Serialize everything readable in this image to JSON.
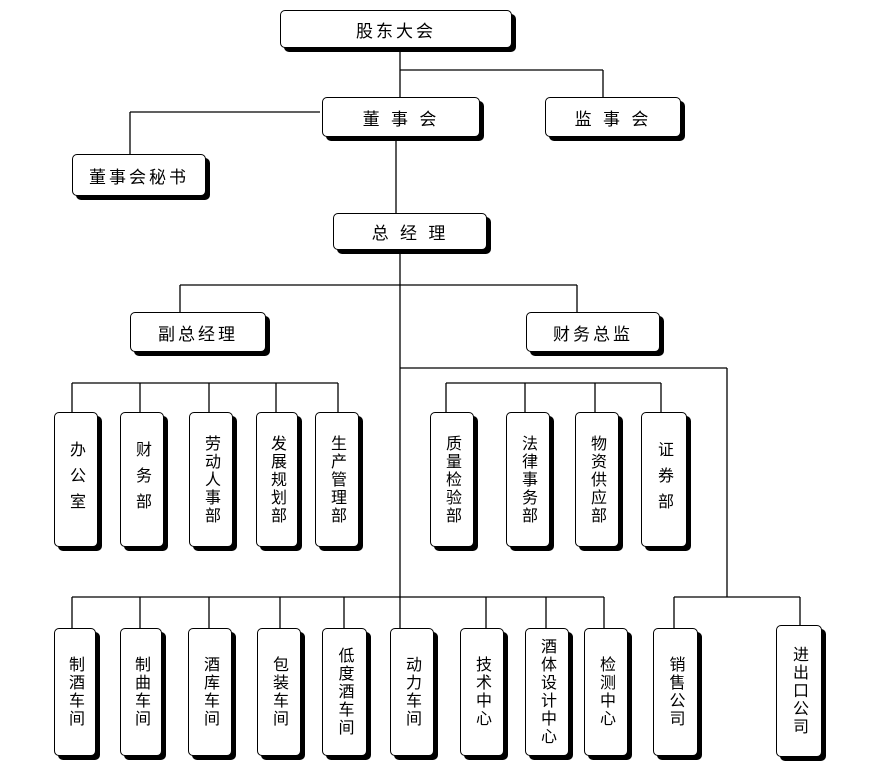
{
  "nodes": {
    "shareholders": "股东大会",
    "board": "董 事 会",
    "supervisors": "监 事 会",
    "board_secretary": "董事会秘书",
    "general_manager": "总 经 理",
    "vice_gm": "副总经理",
    "finance_director": "财务总监",
    "office": "办公室",
    "finance_dept": "财务部",
    "hr_dept": "劳动人事部",
    "planning_dept": "发展规划部",
    "production_dept": "生产管理部",
    "quality_dept": "质量检验部",
    "legal_dept": "法律事务部",
    "supply_dept": "物资供应部",
    "securities_dept": "证券部",
    "brewing_workshop": "制酒车间",
    "koji_workshop": "制曲车间",
    "storage_workshop": "酒库车间",
    "packaging_workshop": "包装车间",
    "low_alcohol_workshop": "低度酒车间",
    "power_workshop": "动力车间",
    "tech_center": "技术中心",
    "blend_design_center": "酒体设计中心",
    "inspection_center": "检测中心",
    "sales_company": "销售公司",
    "import_export_company": "进出口公司"
  }
}
